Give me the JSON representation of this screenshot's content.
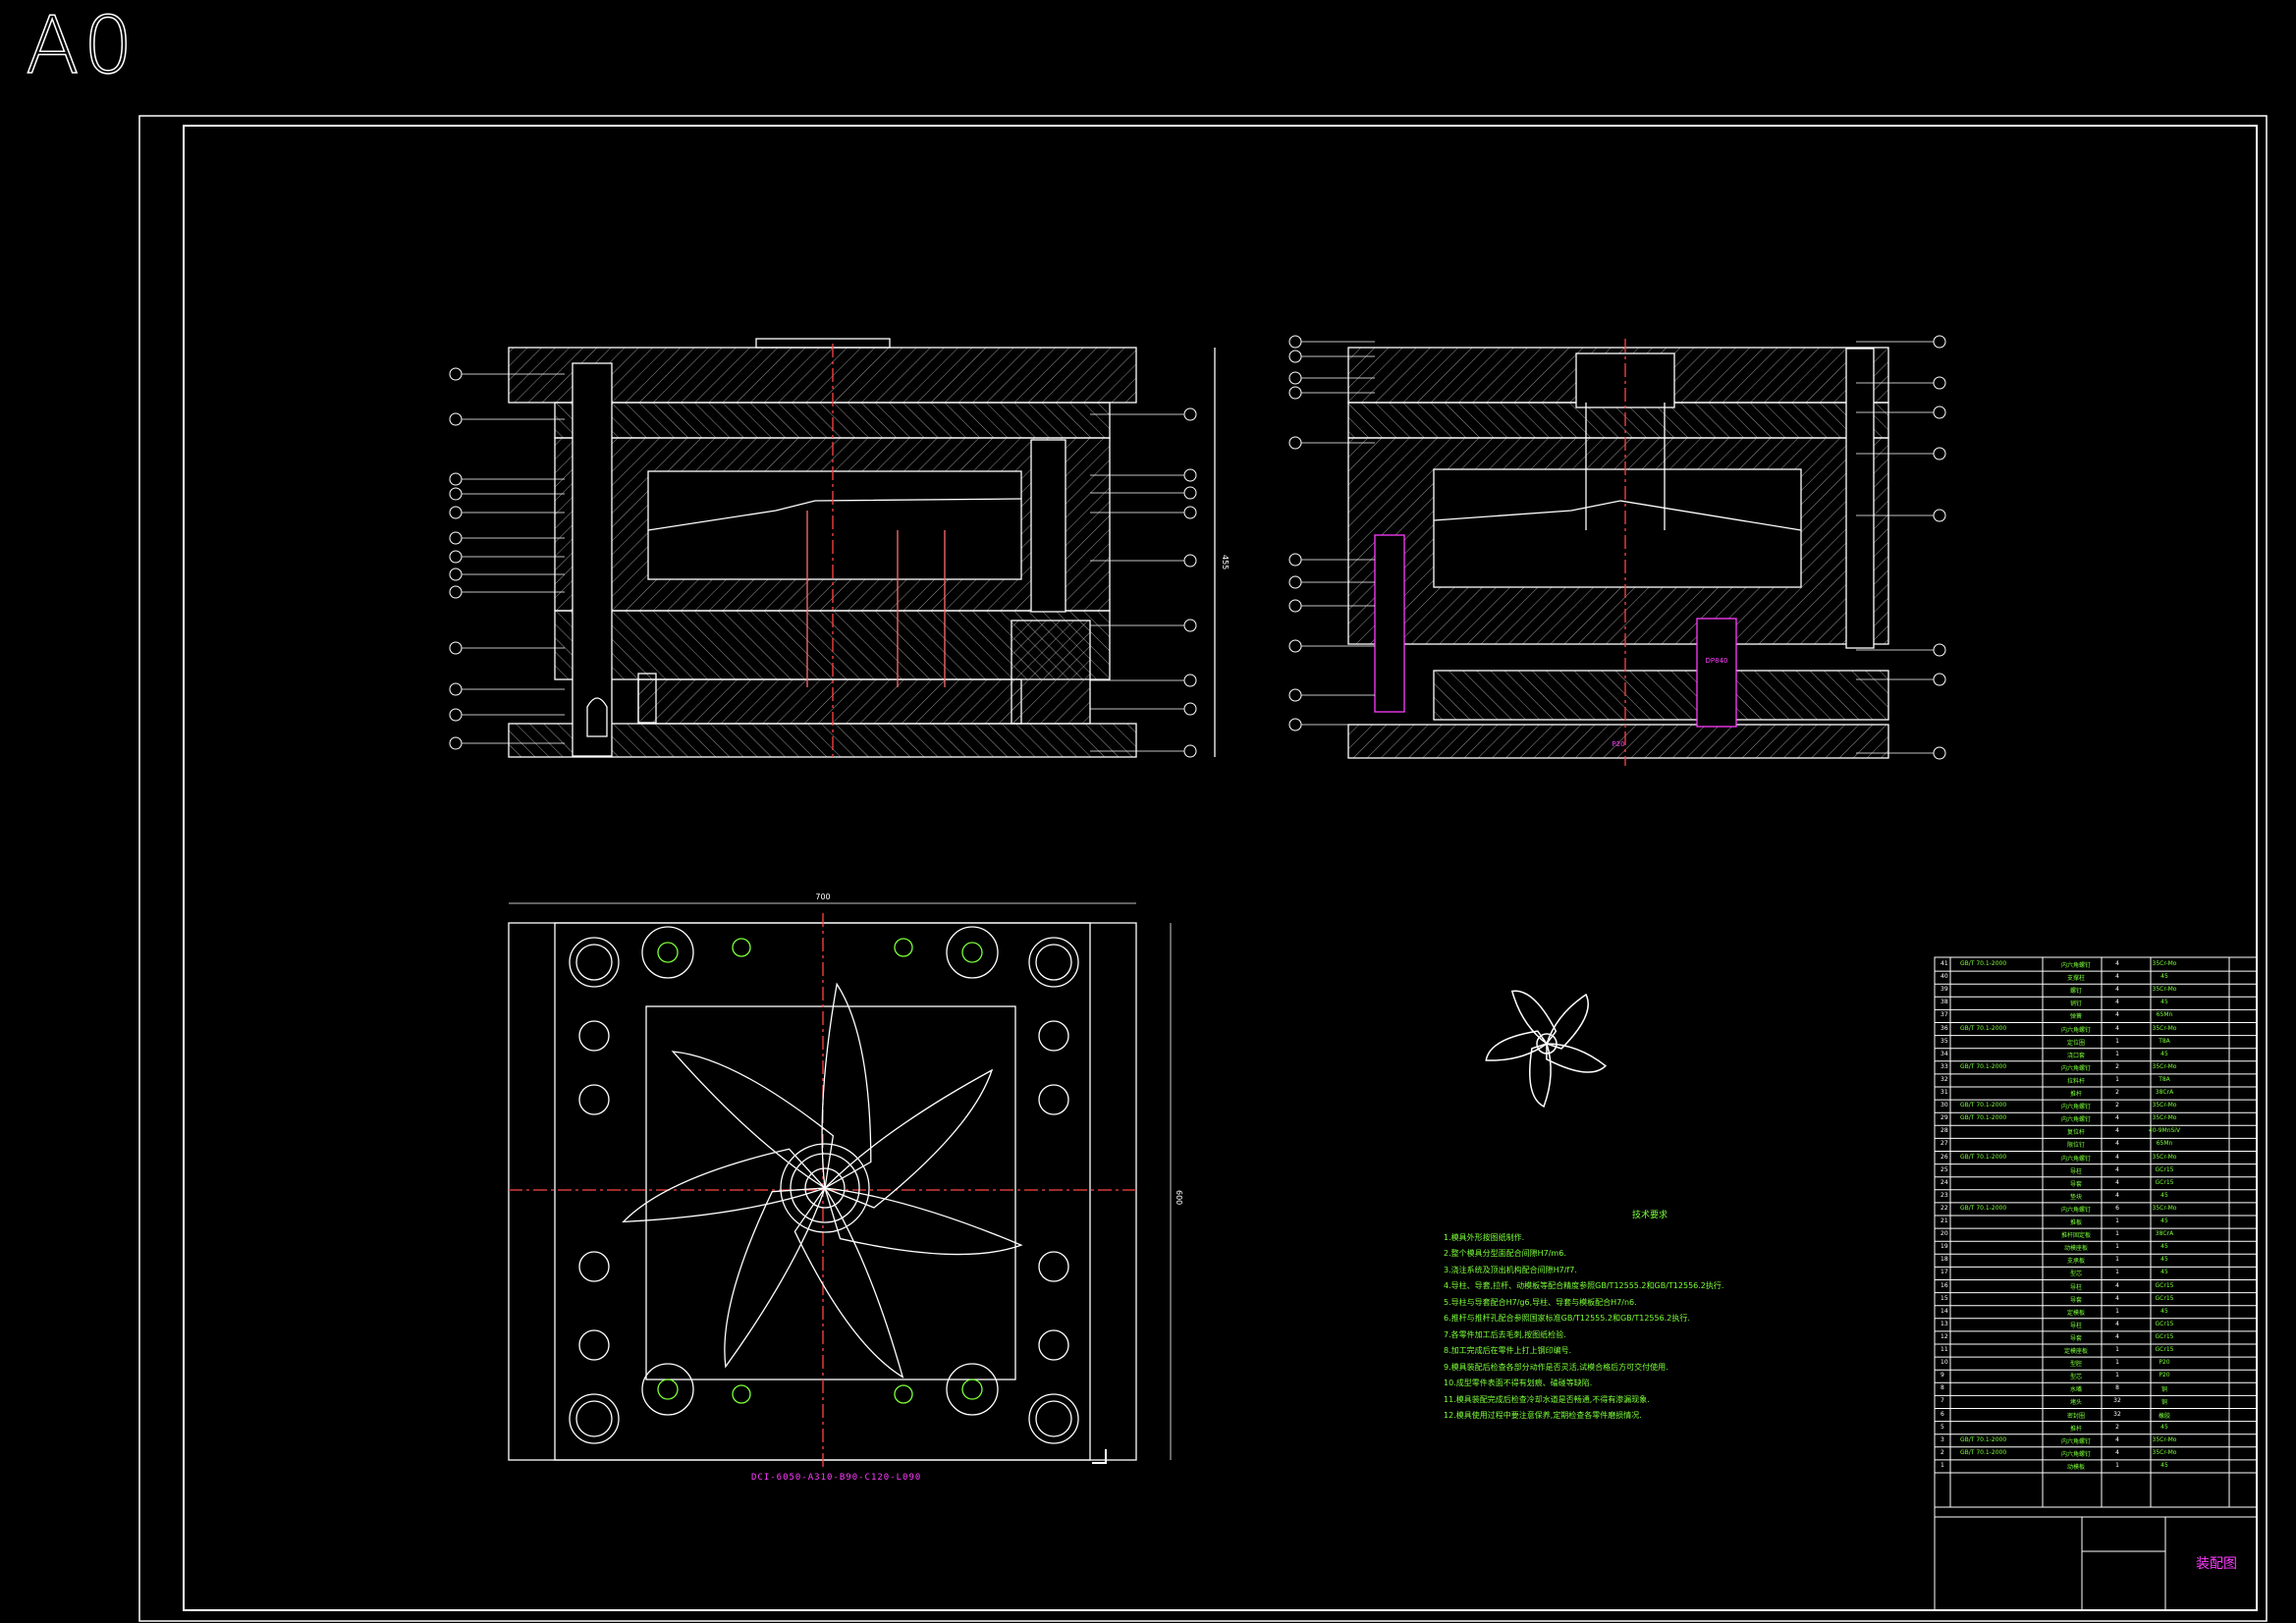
{
  "sheet_size": "A0",
  "drawing_title": "装配图",
  "mold_base_code": "DCI-6050-A310-B90-C120-L090",
  "dimensions": {
    "plan_width": "700",
    "plan_height": "600",
    "section_height": "455"
  },
  "insert_labels": {
    "a": "DP840",
    "b": "P20"
  },
  "tech_requirements": {
    "title": "技术要求",
    "lines": [
      "1.模具外形按图纸制作.",
      "2.整个模具分型面配合间隙H7/m6.",
      "3.浇注系统及顶出机构配合间隙H7/f7.",
      "4.导柱、导套,拉杆、动模板等配合精度参照GB/T12555.2和GB/T12556.2执行.",
      "5.导柱与导套配合H7/g6,导柱、导套与模板配合H7/n6.",
      "6.推杆与推杆孔配合参照国家标准GB/T12555.2和GB/T12556.2执行.",
      "7.各零件加工后去毛刺,按图纸检验.",
      "8.加工完成后在零件上打上钢印编号.",
      "9.模具装配后检查各部分动作是否灵活,试模合格后方可交付使用.",
      "10.成型零件表面不得有划痕、磕碰等缺陷.",
      "11.模具装配完成后检查冷却水道是否畅通,不得有渗漏现象.",
      "12.模具使用过程中要注意保养,定期检查各零件磨损情况."
    ]
  },
  "bom": [
    {
      "no": "41",
      "std": "GB/T 70.1-2000",
      "name": "内六角螺钉",
      "qty": "4",
      "mat": "35Cr-Mo"
    },
    {
      "no": "40",
      "std": "",
      "name": "支撑柱",
      "qty": "4",
      "mat": "45"
    },
    {
      "no": "39",
      "std": "",
      "name": "螺钉",
      "qty": "4",
      "mat": "35Cr-Mo"
    },
    {
      "no": "38",
      "std": "",
      "name": "销钉",
      "qty": "4",
      "mat": "45"
    },
    {
      "no": "37",
      "std": "",
      "name": "弹簧",
      "qty": "4",
      "mat": "65Mn"
    },
    {
      "no": "36",
      "std": "GB/T 70.1-2000",
      "name": "内六角螺钉",
      "qty": "4",
      "mat": "35Cr-Mo"
    },
    {
      "no": "35",
      "std": "",
      "name": "定位圈",
      "qty": "1",
      "mat": "T8A"
    },
    {
      "no": "34",
      "std": "",
      "name": "浇口套",
      "qty": "1",
      "mat": "45"
    },
    {
      "no": "33",
      "std": "GB/T 70.1-2000",
      "name": "内六角螺钉",
      "qty": "2",
      "mat": "35Cr-Mo"
    },
    {
      "no": "32",
      "std": "",
      "name": "拉料杆",
      "qty": "1",
      "mat": "T8A"
    },
    {
      "no": "31",
      "std": "",
      "name": "推杆",
      "qty": "2",
      "mat": "38CrA"
    },
    {
      "no": "30",
      "std": "GB/T 70.1-2000",
      "name": "内六角螺钉",
      "qty": "2",
      "mat": "35Cr-Mo"
    },
    {
      "no": "29",
      "std": "GB/T 70.1-2000",
      "name": "内六角螺钉",
      "qty": "4",
      "mat": "35Cr-Mo"
    },
    {
      "no": "28",
      "std": "",
      "name": "复位杆",
      "qty": "4",
      "mat": "40-9MnSiV"
    },
    {
      "no": "27",
      "std": "",
      "name": "限位钉",
      "qty": "4",
      "mat": "65Mn"
    },
    {
      "no": "26",
      "std": "GB/T 70.1-2000",
      "name": "内六角螺钉",
      "qty": "4",
      "mat": "35Cr-Mo"
    },
    {
      "no": "25",
      "std": "",
      "name": "导柱",
      "qty": "4",
      "mat": "GCr15"
    },
    {
      "no": "24",
      "std": "",
      "name": "导套",
      "qty": "4",
      "mat": "GCr15"
    },
    {
      "no": "23",
      "std": "",
      "name": "垫块",
      "qty": "4",
      "mat": "45"
    },
    {
      "no": "22",
      "std": "GB/T 70.1-2000",
      "name": "内六角螺钉",
      "qty": "6",
      "mat": "35Cr-Mo"
    },
    {
      "no": "21",
      "std": "",
      "name": "推板",
      "qty": "1",
      "mat": "45"
    },
    {
      "no": "20",
      "std": "",
      "name": "推杆固定板",
      "qty": "1",
      "mat": "38CrA"
    },
    {
      "no": "19",
      "std": "",
      "name": "动模座板",
      "qty": "1",
      "mat": "45"
    },
    {
      "no": "18",
      "std": "",
      "name": "支承板",
      "qty": "1",
      "mat": "45"
    },
    {
      "no": "17",
      "std": "",
      "name": "型芯",
      "qty": "1",
      "mat": "45"
    },
    {
      "no": "16",
      "std": "",
      "name": "导柱",
      "qty": "4",
      "mat": "GCr15"
    },
    {
      "no": "15",
      "std": "",
      "name": "导套",
      "qty": "4",
      "mat": "GCr15"
    },
    {
      "no": "14",
      "std": "",
      "name": "定模板",
      "qty": "1",
      "mat": "45"
    },
    {
      "no": "13",
      "std": "",
      "name": "导柱",
      "qty": "4",
      "mat": "GCr15"
    },
    {
      "no": "12",
      "std": "",
      "name": "导套",
      "qty": "4",
      "mat": "GCr15"
    },
    {
      "no": "11",
      "std": "",
      "name": "定模座板",
      "qty": "1",
      "mat": "GCr15"
    },
    {
      "no": "10",
      "std": "",
      "name": "型腔",
      "qty": "1",
      "mat": "P20"
    },
    {
      "no": "9",
      "std": "",
      "name": "型芯",
      "qty": "1",
      "mat": "P20"
    },
    {
      "no": "8",
      "std": "",
      "name": "水嘴",
      "qty": "8",
      "mat": "铜"
    },
    {
      "no": "7",
      "std": "",
      "name": "堵头",
      "qty": "32",
      "mat": "铜"
    },
    {
      "no": "6",
      "std": "",
      "name": "密封圈",
      "qty": "32",
      "mat": "橡胶"
    },
    {
      "no": "5",
      "std": "",
      "name": "推杆",
      "qty": "2",
      "mat": "45"
    },
    {
      "no": "3",
      "std": "GB/T 70.1-2000",
      "name": "内六角螺钉",
      "qty": "4",
      "mat": "35Cr-Mo"
    },
    {
      "no": "2",
      "std": "GB/T 70.1-2000",
      "name": "内六角螺钉",
      "qty": "4",
      "mat": "35Cr-Mo"
    },
    {
      "no": "1",
      "std": "",
      "name": "动模板",
      "qty": "1",
      "mat": "45"
    }
  ]
}
